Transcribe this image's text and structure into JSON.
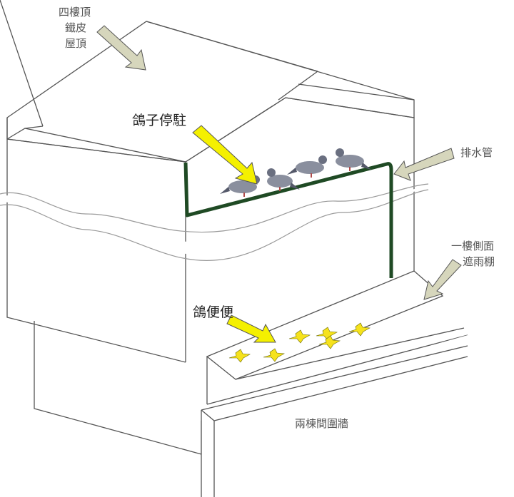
{
  "labels": {
    "roof": [
      "四樓頂",
      "鐵皮",
      "屋頂"
    ],
    "pigeons_perch": "鴿子停駐",
    "drain_pipe": "排水管",
    "canopy": [
      "一樓側面",
      "遮雨棚"
    ],
    "droppings": "鴿便便",
    "wall": "兩棟間圍牆"
  },
  "colors": {
    "pipe": "#1f4a24",
    "arrow_yellow": "#f4f000",
    "arrow_gray": "#d6d6bc",
    "dropping": "#f6e21c",
    "pigeon_body": "#8a8f9e"
  },
  "icons": [
    "pigeon-icon",
    "dropping-icon",
    "arrow-icon"
  ]
}
